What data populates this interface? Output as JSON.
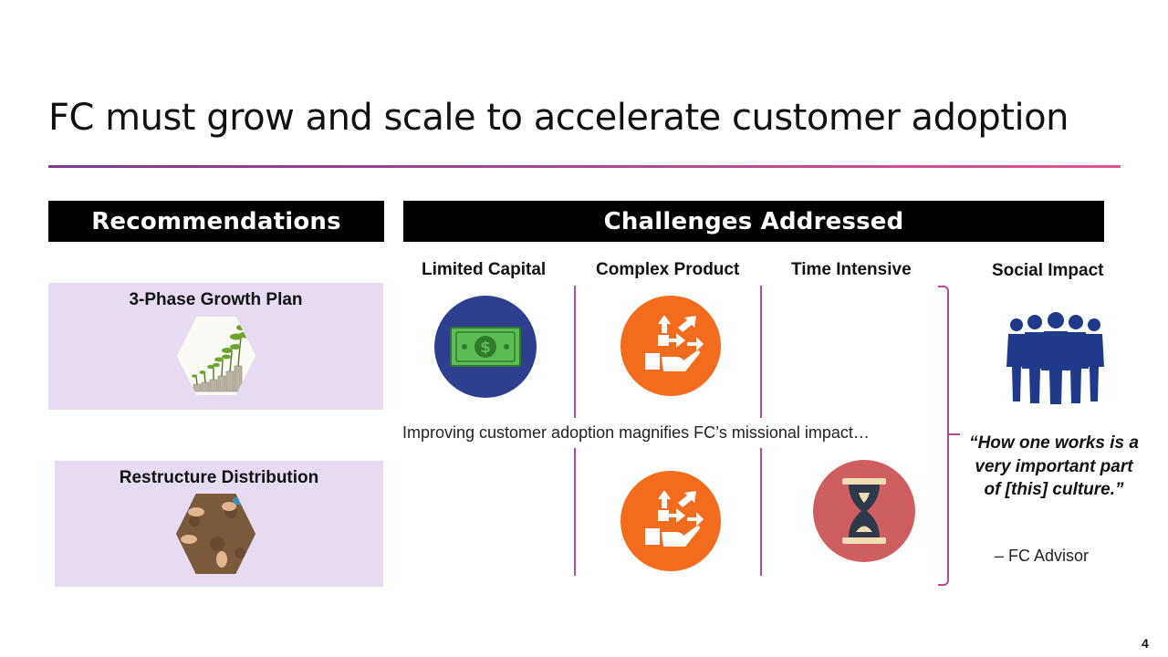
{
  "slide": {
    "title": "FC must grow and scale to accelerate customer adoption",
    "page_number": "4"
  },
  "recommendations": {
    "header": "Recommendations",
    "items": [
      {
        "label": "3-Phase Growth Plan",
        "image": "coins-and-sprouts-image"
      },
      {
        "label": "Restructure Distribution",
        "image": "hands-in-soil-image"
      }
    ]
  },
  "challenges": {
    "header": "Challenges Addressed",
    "columns": [
      {
        "label": "Limited Capital",
        "icon": "money-bill-icon",
        "color": "#2f3f8f"
      },
      {
        "label": "Complex Product",
        "icon": "process-hand-icon",
        "color": "#f36b1c"
      },
      {
        "label": "Time Intensive",
        "icon": "hourglass-icon",
        "color": "#cf5f5f"
      }
    ],
    "connector_text": "Improving customer adoption magnifies FC’s missional impact…"
  },
  "social_impact": {
    "label": "Social Impact",
    "icon": "people-group-icon",
    "icon_color": "#1f3a8a",
    "quote": "“How one works is a very important part of [this] culture.”",
    "attribution": "– FC Advisor"
  },
  "colors": {
    "header_bg": "#000000",
    "rec_box_bg": "#e6dbf1",
    "divider": "#b34a9a"
  }
}
